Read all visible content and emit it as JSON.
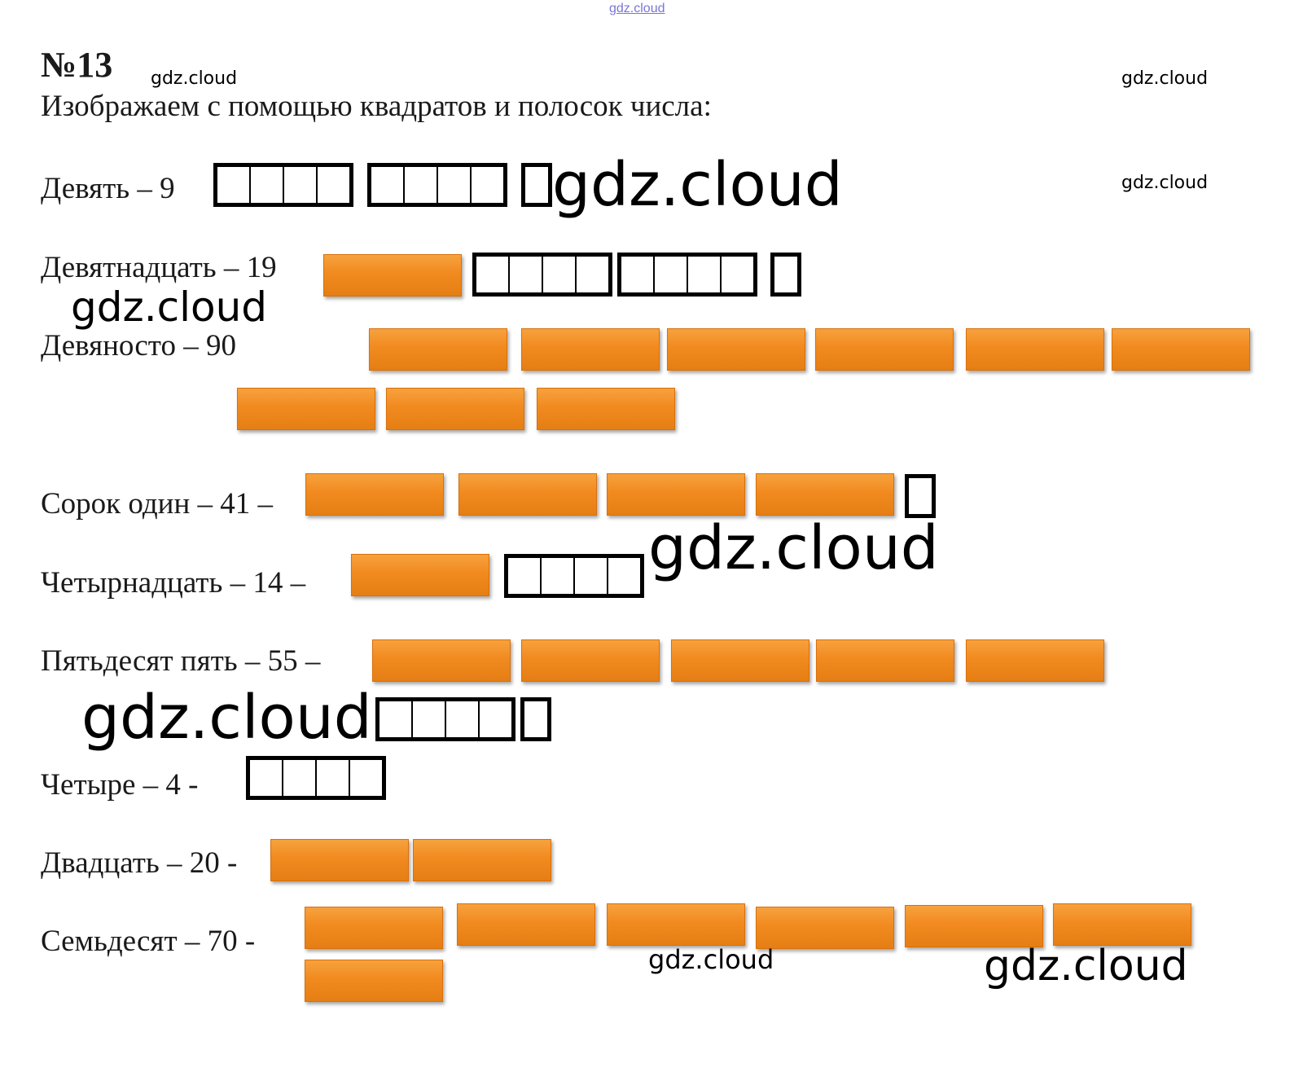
{
  "watermark": "gdz.cloud",
  "exercise": {
    "number": "№13",
    "instruction": "Изображаем с помощью квадратов и полосок числа:"
  },
  "rows": [
    {
      "label": "Девять – 9",
      "bars": 0,
      "units": 9
    },
    {
      "label": "Девятнадцать – 19",
      "bars": 1,
      "units": 9
    },
    {
      "label": "Девяносто – 90",
      "bars": 9,
      "units": 0
    },
    {
      "label": "Сорок один – 41 –",
      "bars": 4,
      "units": 1
    },
    {
      "label": "Четырнадцать – 14 –",
      "bars": 1,
      "units": 4
    },
    {
      "label": "Пятьдесят пять – 55 –",
      "bars": 5,
      "units": 5
    },
    {
      "label": "Четыре – 4 -",
      "bars": 0,
      "units": 4
    },
    {
      "label": "Двадцать – 20 -",
      "bars": 2,
      "units": 0
    },
    {
      "label": "Семьдесят – 70 -",
      "bars": 7,
      "units": 0
    }
  ],
  "colors": {
    "bar": "#f18a1f",
    "square_border": "#000000"
  }
}
